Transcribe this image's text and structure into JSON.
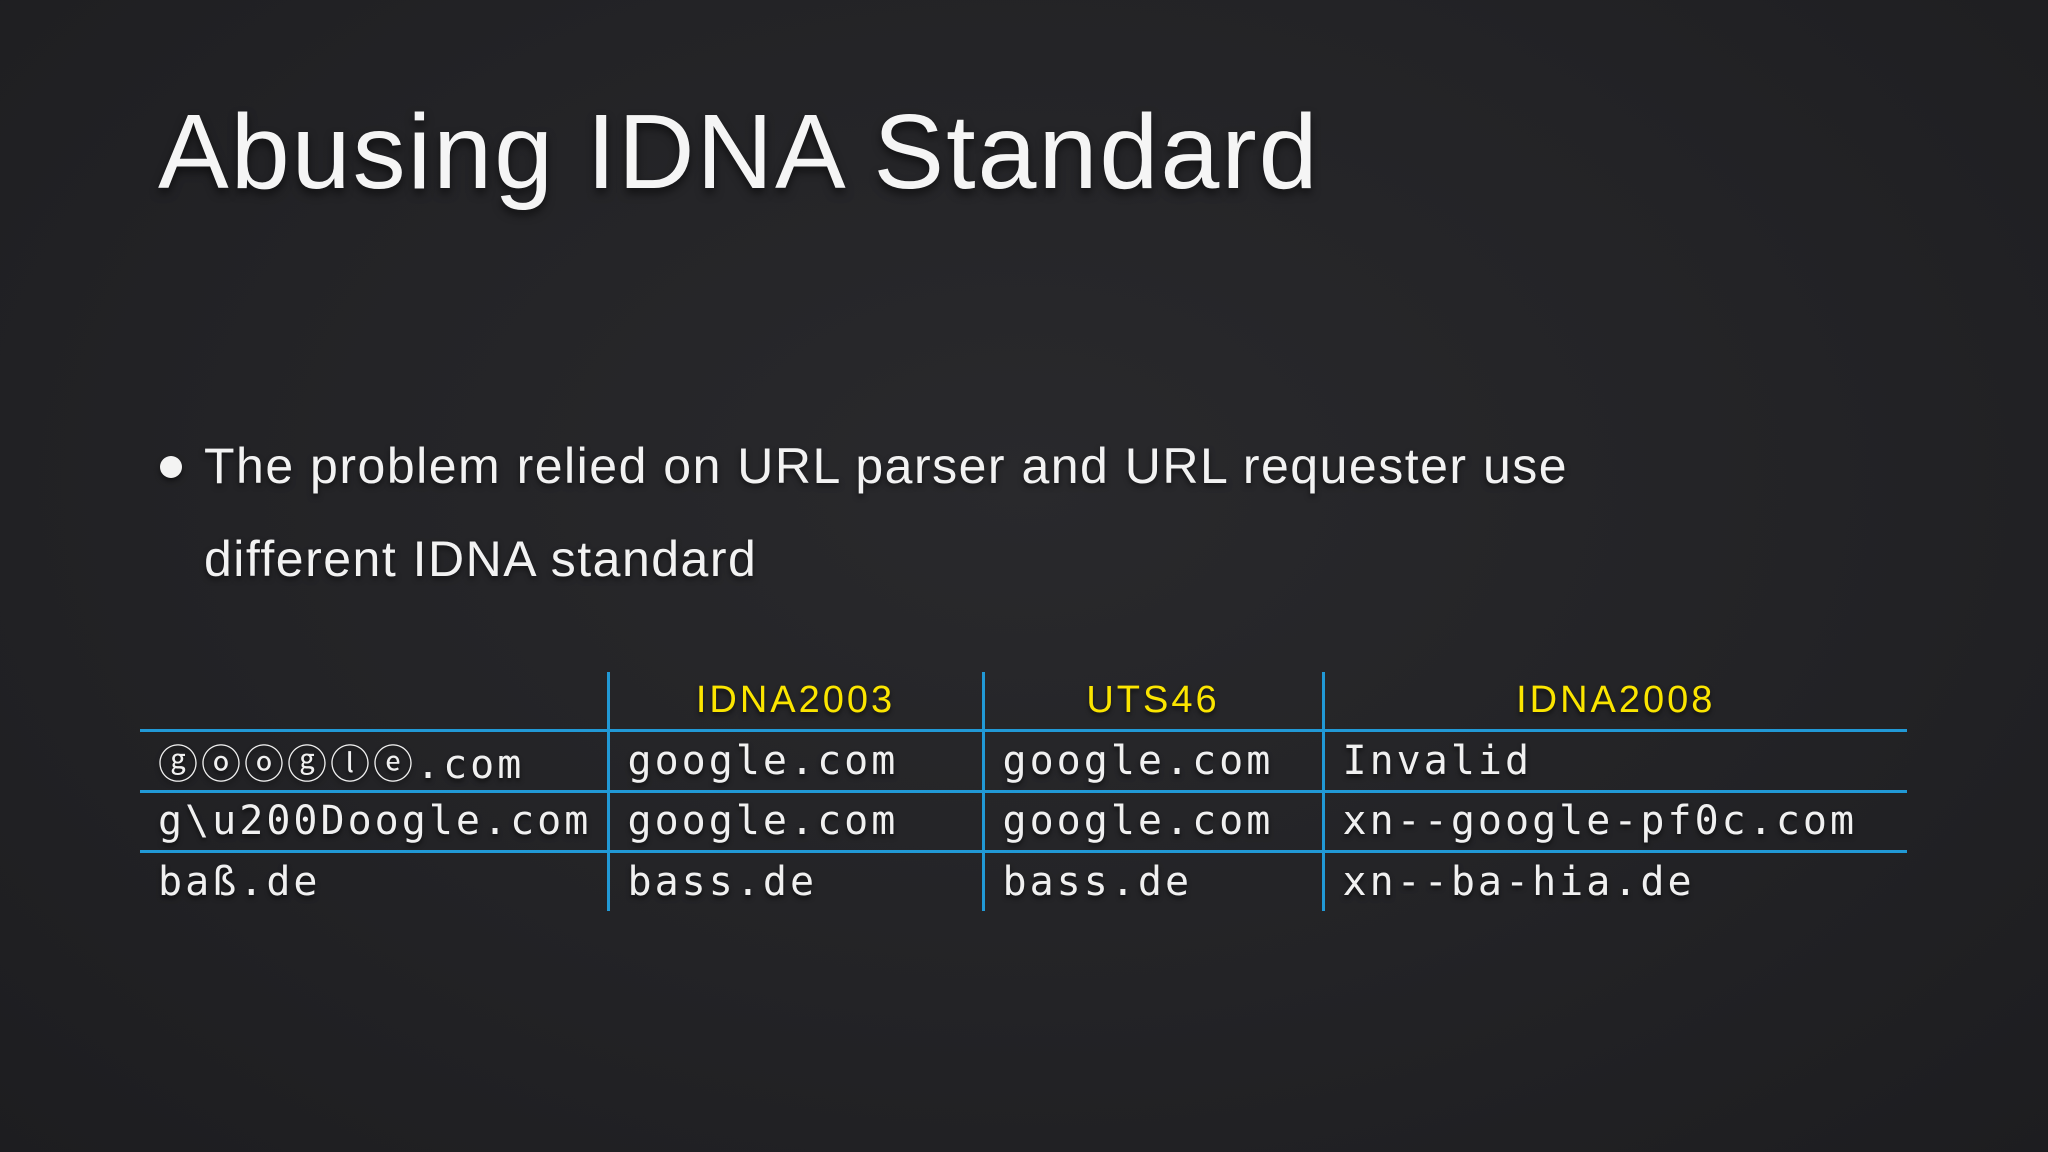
{
  "slide": {
    "title": "Abusing IDNA Standard",
    "bullet": {
      "lines": [
        "The problem relied on URL parser and URL requester use",
        "different IDNA standard"
      ]
    },
    "table": {
      "headers": [
        "",
        "IDNA2003",
        "UTS46",
        "IDNA2008"
      ],
      "rows": [
        [
          "ⓖⓞⓞⓖⓛⓔ.com",
          "google.com",
          "google.com",
          "Invalid"
        ],
        [
          "g\\u200Doogle.com",
          "google.com",
          "google.com",
          "xn--google-pf0c.com"
        ],
        [
          "baß.de",
          "bass.de",
          "bass.de",
          "xn--ba-hia.de"
        ]
      ]
    },
    "colors": {
      "background": "#232326",
      "text": "#f2f2f2",
      "accent_yellow": "#fbe500",
      "line_blue": "#2199d6"
    }
  }
}
